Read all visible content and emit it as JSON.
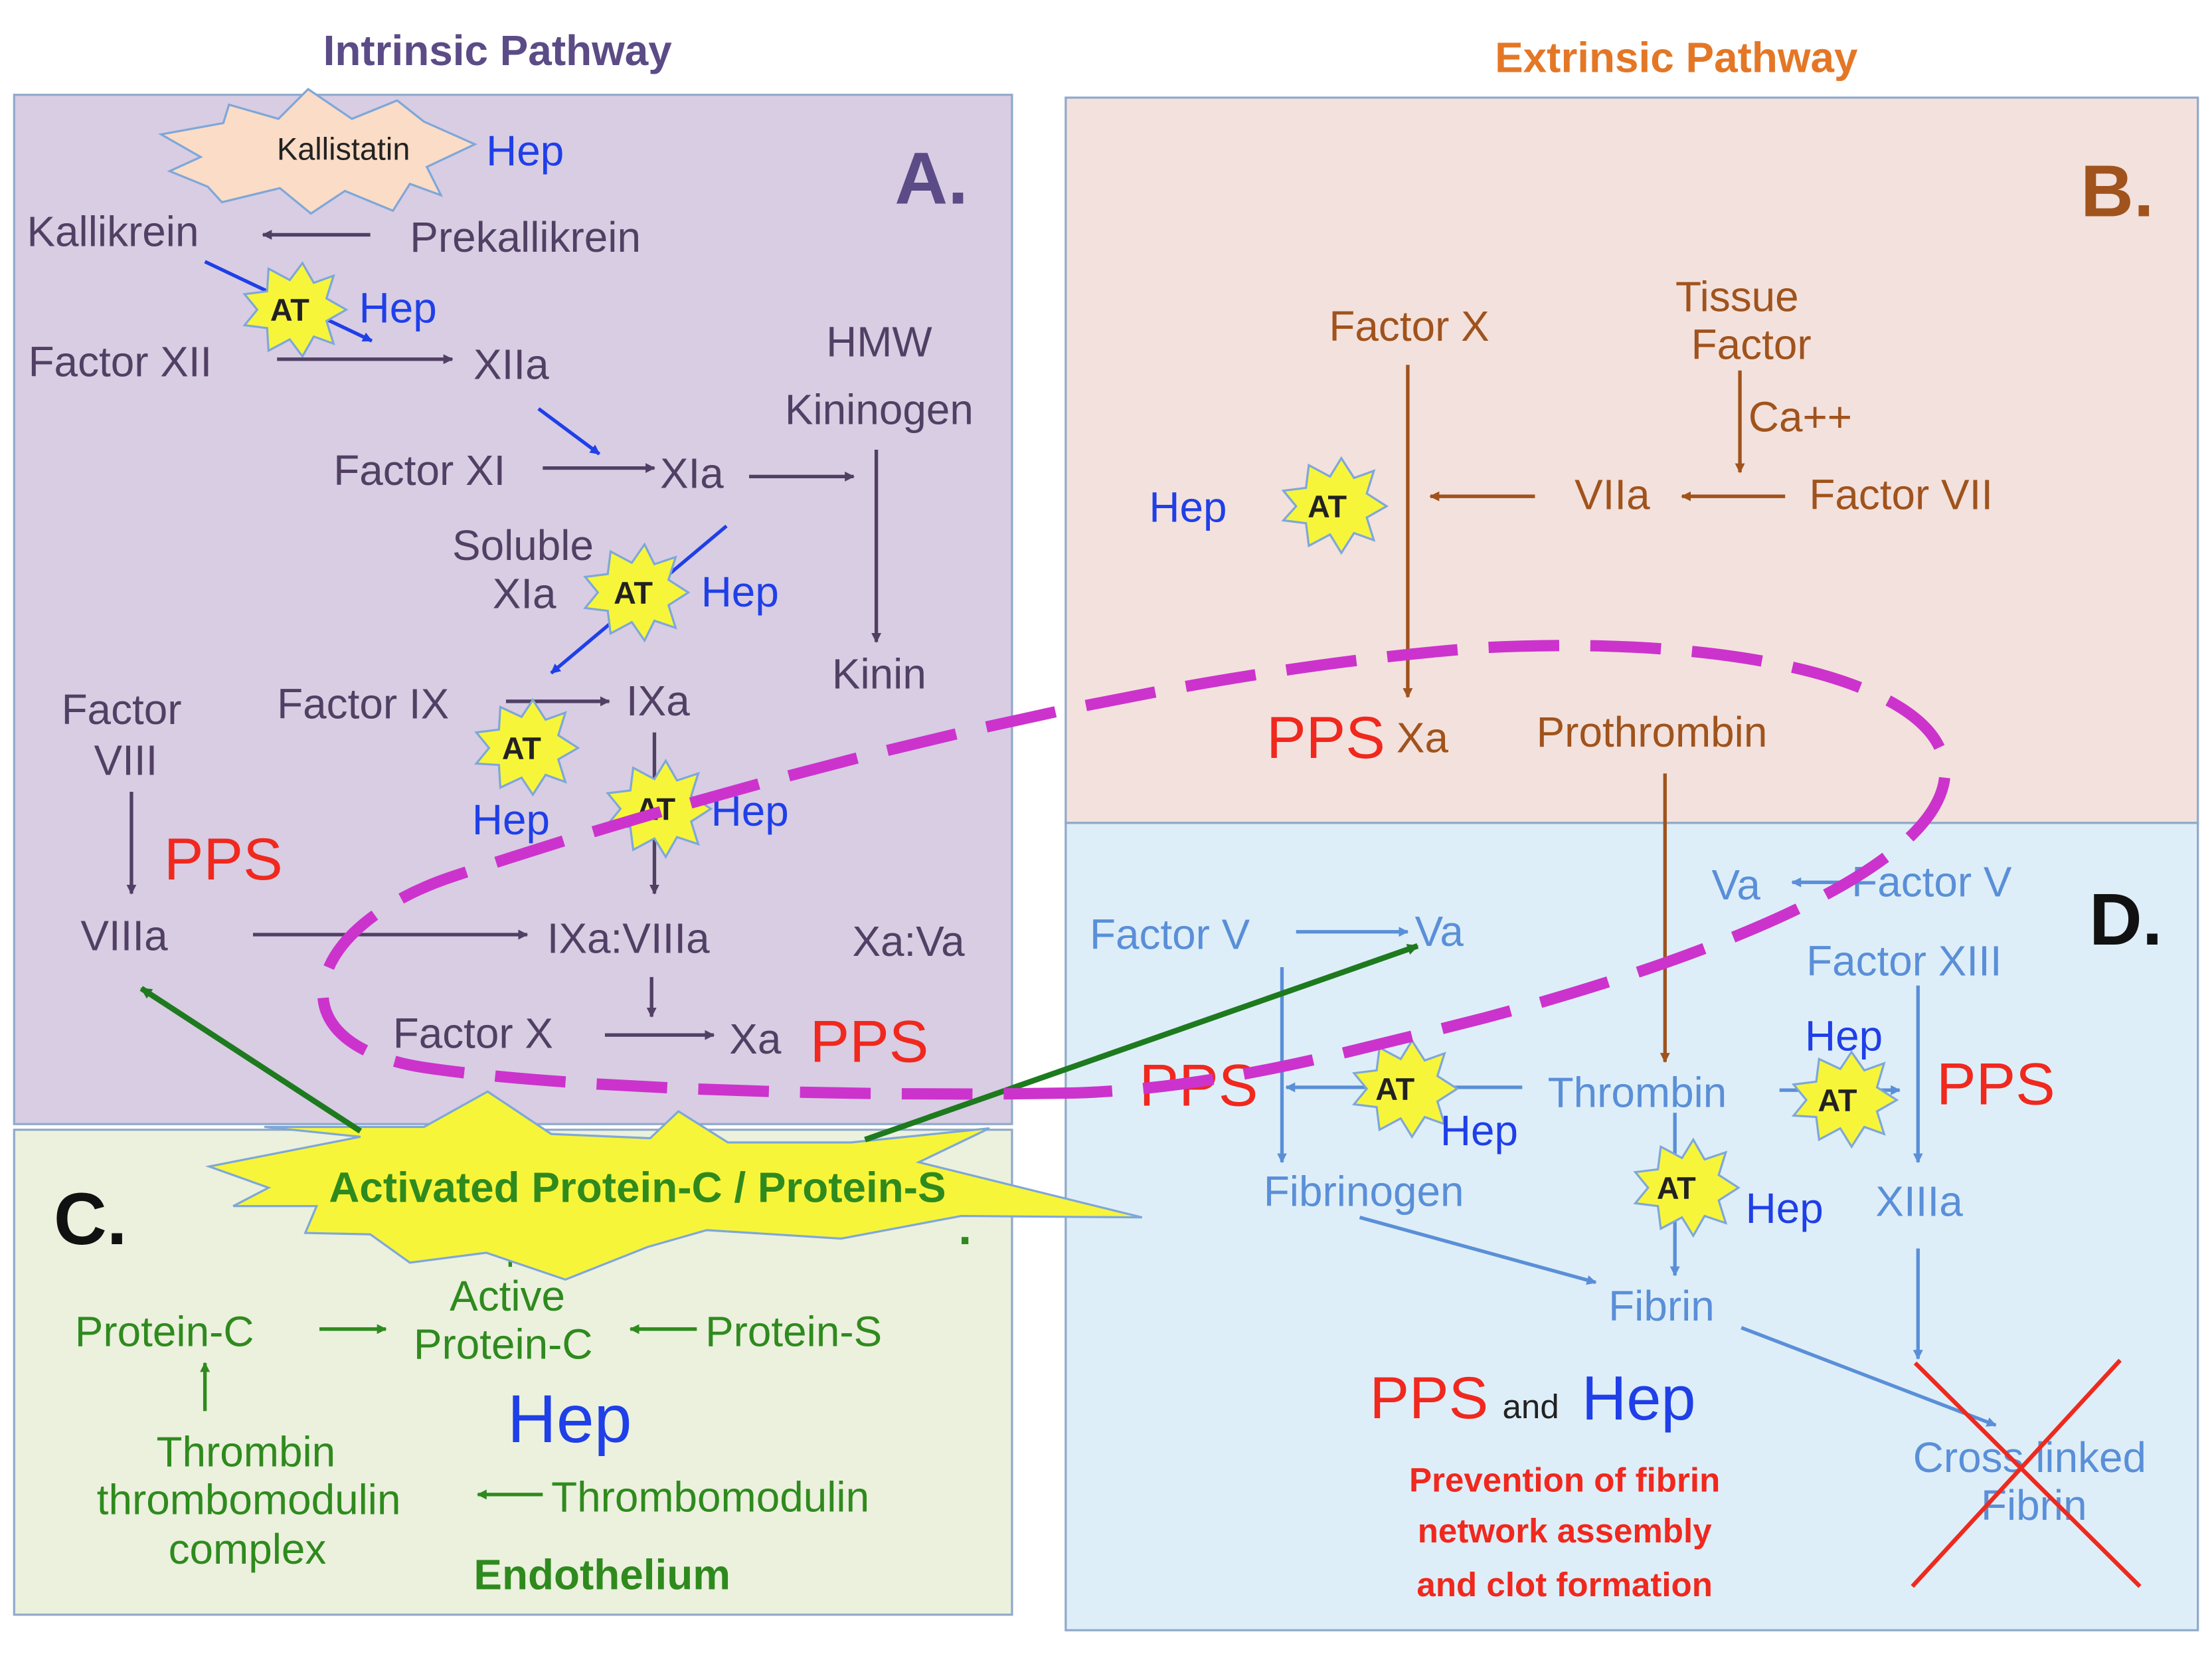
{
  "colors": {
    "intrinsic": "#514064",
    "intrinsic_title": "#5b4b86",
    "extrinsic": "#a0531c",
    "extrinsic_title": "#e47726",
    "panel_a_bg": "#d8cde3",
    "panel_b_bg": "#f3e1dd",
    "panel_c_bg": "#ebf1dd",
    "panel_d_bg": "#deeef8",
    "blue_text": "#5a8fd8",
    "hep": "#1f3fe8",
    "pps": "#f0281e",
    "green": "#2f8a1e",
    "star": "#f7f53a",
    "dash": "#cc33cc",
    "red_x": "#ee2a1e"
  },
  "headers": {
    "intrinsic": "Intrinsic Pathway",
    "extrinsic": "Extrinsic Pathway"
  },
  "panel_letters": {
    "a": "A.",
    "b": "B.",
    "c": "C.",
    "d": "D."
  },
  "panel_a": {
    "kallistatin": "Kallistatin",
    "hep1": "Hep",
    "kallikrein": "Kallikrein",
    "prekallikrein": "Prekallikrein",
    "at1": "AT",
    "hep2": "Hep",
    "factor_xii": "Factor XII",
    "xiia": "XIIa",
    "hmw_1": "HMW",
    "hmw_2": "Kininogen",
    "factor_xi": "Factor XI",
    "xia": "XIa",
    "soluble_1": "Soluble",
    "soluble_2": "XIa",
    "at2": "AT",
    "hep3": "Hep",
    "kinin": "Kinin",
    "factor_viii_1": "Factor",
    "factor_viii_2": "VIII",
    "factor_ix": "Factor IX",
    "ixa": "IXa",
    "at3": "AT",
    "hep4": "Hep",
    "at4": "AT",
    "hep5": "Hep",
    "pps1": "PPS",
    "viiia": "VIIIa",
    "ixa_viiia": "IXa:VIIIa",
    "xa_va": "Xa:Va",
    "factor_x": "Factor X",
    "xa": "Xa",
    "pps2": "PPS"
  },
  "panel_b": {
    "factor_x": "Factor X",
    "tissue_1": "Tissue",
    "tissue_2": "Factor",
    "ca": "Ca++",
    "hep": "Hep",
    "at": "AT",
    "viia": "VIIa",
    "factor_vii": "Factor VII",
    "pps": "PPS",
    "xa": "Xa",
    "prothrombin": "Prothrombin"
  },
  "panel_c": {
    "apc": "Activated Protein-C / Protein-S",
    "active_1": "Active",
    "active_2": "Protein-C",
    "protein_c": "Protein-C",
    "protein_s": "Protein-S",
    "hep": "Hep",
    "thrombin_1": "Thrombin",
    "thrombin_2": "thrombomodulin",
    "thrombin_3": "complex",
    "thrombomodulin": "Thrombomodulin",
    "endothelium": "Endothelium",
    "dot": "."
  },
  "panel_d": {
    "va_right": "Va",
    "factor_v_right": "Factor V",
    "factor_v_left": "Factor V",
    "va_left": "Va",
    "factor_xiii": "Factor XIII",
    "pps_left": "PPS",
    "at_left": "AT",
    "hep_left": "Hep",
    "thrombin": "Thrombin",
    "hep_right": "Hep",
    "at_right": "AT",
    "pps_right": "PPS",
    "fibrinogen": "Fibrinogen",
    "at_mid": "AT",
    "hep_mid": "Hep",
    "xiiia": "XIIIa",
    "fibrin": "Fibrin",
    "pps_and": "PPS",
    "and": "and",
    "hep_and": "Hep",
    "crosslinked_1": "Cross linked",
    "crosslinked_2": "Fibrin",
    "prevention_1": "Prevention of fibrin",
    "prevention_2": "network assembly",
    "prevention_3": "and clot formation"
  }
}
